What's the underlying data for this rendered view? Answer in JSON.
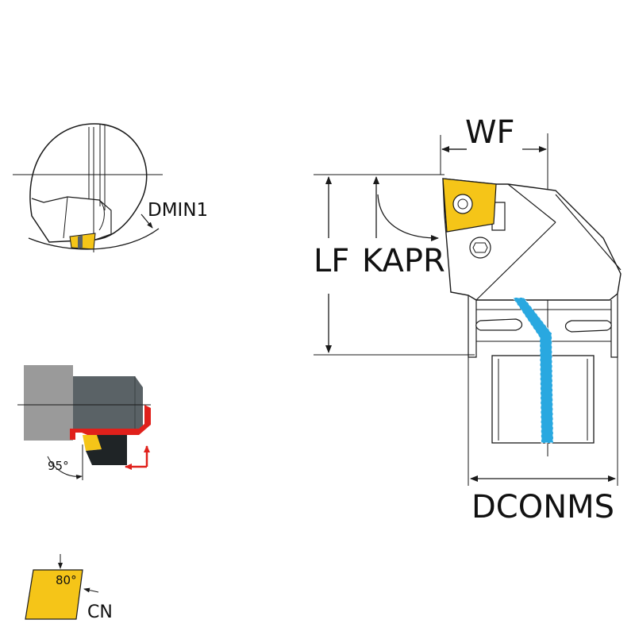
{
  "labels": {
    "wf": "WF",
    "lf": "LF",
    "kapr": "KAPR",
    "dconms": "DCONMS",
    "dmin1": "DMIN1",
    "angle_95": "95°",
    "angle_80": "80°",
    "insert_code": "CN"
  },
  "colors": {
    "insert_yellow": "#f5c518",
    "coolant_blue": "#29a8e0",
    "cutting_red": "#e0201b",
    "holder_gray": "#9a9a9a",
    "holder_dark": "#5a6266",
    "line": "#1a1a1a"
  }
}
